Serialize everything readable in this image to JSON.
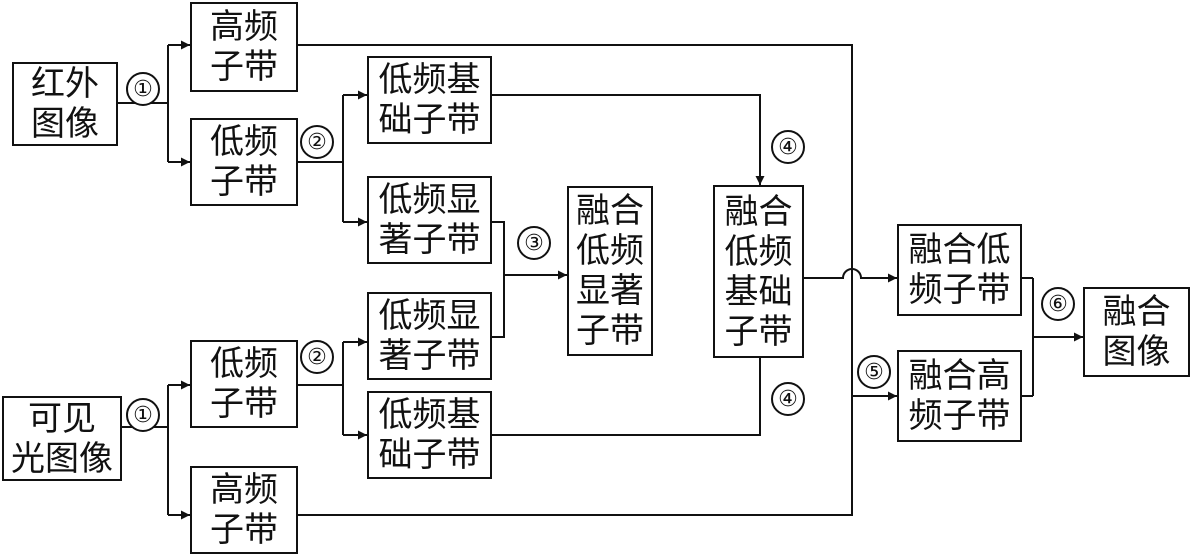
{
  "boxes": {
    "ir_image": [
      "红外",
      "图像"
    ],
    "ir_high": [
      "高频",
      "子带"
    ],
    "ir_low": [
      "低频",
      "子带"
    ],
    "ir_low_base": [
      "低频基",
      "础子带"
    ],
    "ir_low_salient": [
      "低频显",
      "著子带"
    ],
    "vis_image": [
      "可见",
      "光图像"
    ],
    "vis_low": [
      "低频",
      "子带"
    ],
    "vis_high": [
      "高频",
      "子带"
    ],
    "vis_low_salient": [
      "低频显",
      "著子带"
    ],
    "vis_low_base": [
      "低频基",
      "础子带"
    ],
    "fused_low_salient": [
      "融合",
      "低频",
      "显著",
      "子带"
    ],
    "fused_low_base": [
      "融合",
      "低频",
      "基础",
      "子带"
    ],
    "fused_low": [
      "融合低",
      "频子带"
    ],
    "fused_high": [
      "融合高",
      "频子带"
    ],
    "fused_image": [
      "融合",
      "图像"
    ]
  },
  "step_marks": {
    "s1_ir": "①",
    "s1_vis": "①",
    "s2_ir": "②",
    "s2_vis": "②",
    "s3": "③",
    "s4_top": "④",
    "s4_bottom": "④",
    "s5": "⑤",
    "s6": "⑥"
  },
  "colors": {
    "line": "#111111",
    "background": "#ffffff"
  }
}
